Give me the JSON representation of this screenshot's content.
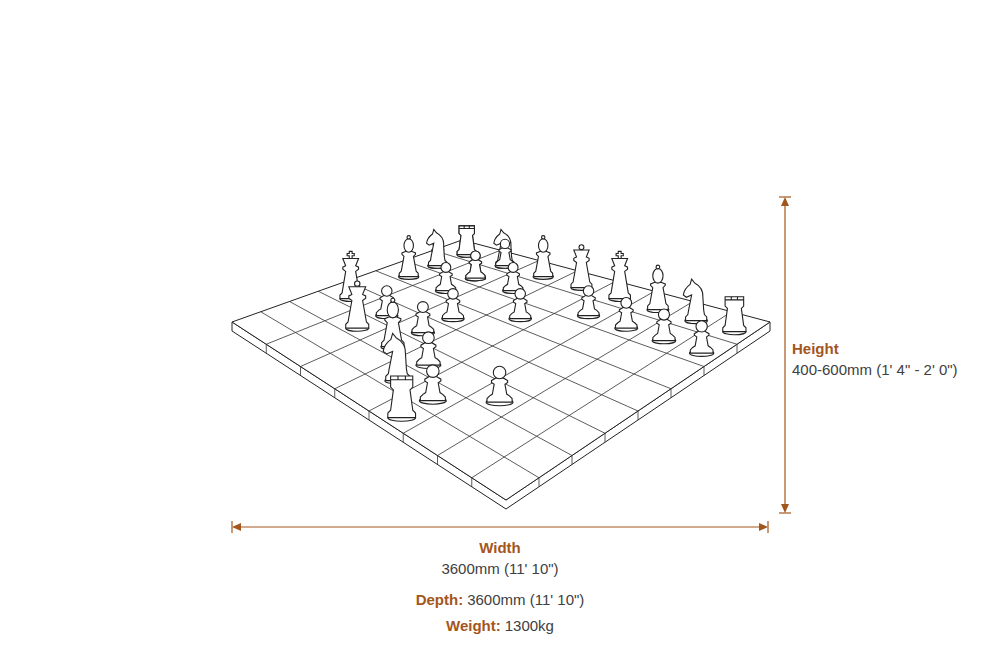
{
  "diagram": {
    "labels": [
      "Height",
      "400-600mm (1' 4\" - 2' 0\")",
      "Width",
      "3600mm (11' 10\")",
      "Depth:",
      "3600mm (11' 10\")",
      "Weight:",
      "1300kg"
    ]
  }
}
